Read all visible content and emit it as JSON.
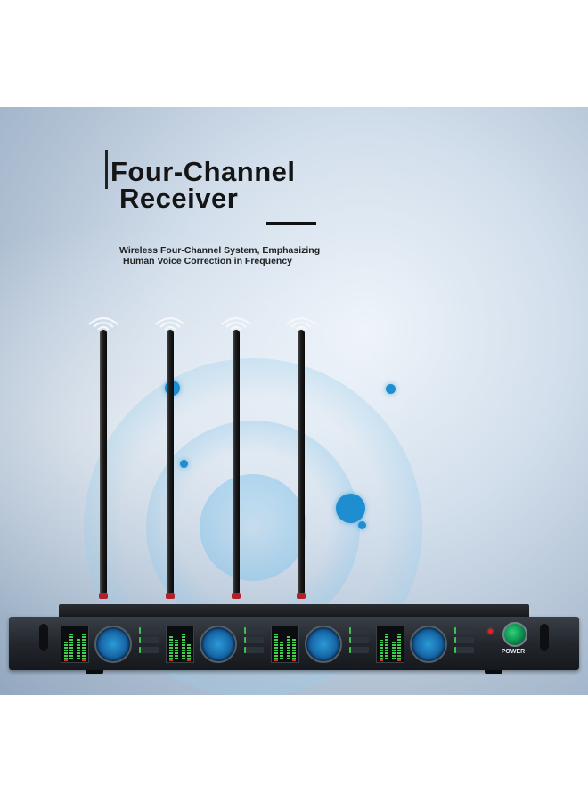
{
  "heading": {
    "line1": "Four-Channel",
    "line2": "Receiver"
  },
  "subheading": {
    "line1": "Wireless Four-Channel System, Emphasizing",
    "line2": "Human Voice Correction in Frequency"
  },
  "power": {
    "label": "POWER"
  },
  "colors": {
    "accent_blue": "#1e8ed0",
    "power_green": "#0b8a4c",
    "meter_green": "#3fd14a",
    "led_red": "#e52222"
  }
}
